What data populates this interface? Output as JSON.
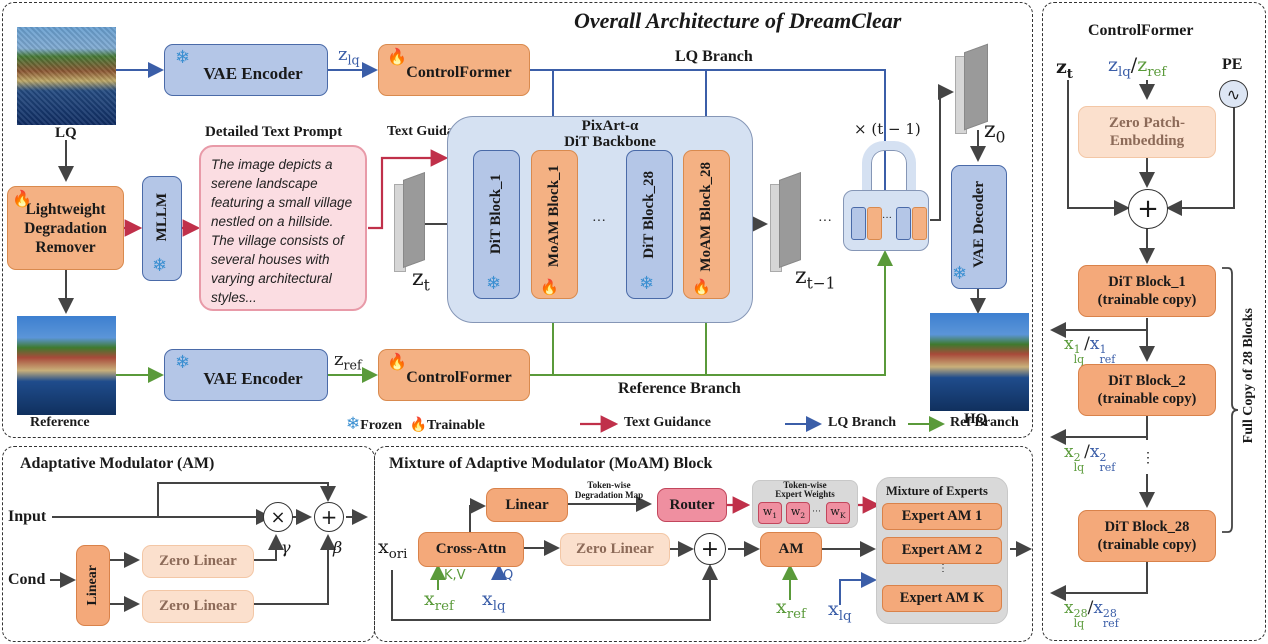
{
  "overall": {
    "title": "Overall Architecture of DreamClear",
    "lq_label": "LQ",
    "reference_label": "Reference",
    "hq_label": "HQ",
    "vae_encoder_top": "VAE Encoder",
    "vae_encoder_bottom": "VAE Encoder",
    "controlformer_top": "ControlFormer",
    "controlformer_bottom": "ControlFormer",
    "z_lq": "z",
    "z_lq_sub": "lq",
    "z_ref": "z",
    "z_ref_sub": "ref",
    "lq_branch_label": "LQ Branch",
    "reference_branch_label": "Reference Branch",
    "degradation_remover": [
      "Lightweight",
      "Degradation",
      "Remover"
    ],
    "mllm": "MLLM",
    "prompt_title": "Detailed Text Prompt",
    "prompt_text": "The image depicts a serene landscape featuring a small village nestled on a hillside. The village consists of several houses with varying architectural styles...",
    "text_guidance_label": "Text Guidance",
    "backbone_title_1": "PixArt-α",
    "backbone_title_2": "DiT Backbone",
    "dit_block_1": "DiT Block_1",
    "moam_block_1": "MoAM Block_1",
    "dit_block_28": "DiT Block_28",
    "moam_block_28": "MoAM Block_28",
    "ellipsis": "···",
    "z_t": "z",
    "z_t_sub": "t",
    "z_t1": "z",
    "z_t1_sub": "t−1",
    "z_0": "z",
    "z_0_sub": "0",
    "loop_label": "× (t − 1)",
    "vae_decoder": "VAE Decoder",
    "legend": {
      "frozen": "Frozen",
      "trainable": "Trainable",
      "text_guidance": "Text Guidance",
      "lq_branch": "LQ Branch",
      "ref_branch": "Ref Branch",
      "colors": {
        "text_guidance": "#c0304a",
        "lq_branch": "#3b5ea8",
        "ref_branch": "#5a9a3a"
      }
    },
    "icons": {
      "frozen": "snowflake-icon",
      "trainable": "flame-icon"
    }
  },
  "controlformer": {
    "title": "ControlFormer",
    "z_t": "z",
    "z_t_sub": "t",
    "z_lq": "z",
    "z_lq_sub": "lq",
    "slash": "/",
    "z_ref": "z",
    "z_ref_sub": "ref",
    "pe": "PE",
    "zero_patch": [
      "Zero Patch-",
      "Embedding"
    ],
    "blocks": [
      {
        "name": "DiT Block_1",
        "sub": "(trainable copy)"
      },
      {
        "name": "DiT Block_2",
        "sub": "(trainable copy)"
      },
      {
        "name": "DiT Block_28",
        "sub": "(trainable copy)"
      }
    ],
    "outputs": [
      {
        "a": "x",
        "a_sub": "lq",
        "a_sup": "1",
        "b": "x",
        "b_sub": "ref",
        "b_sup": "1"
      },
      {
        "a": "x",
        "a_sub": "lq",
        "a_sup": "2",
        "b": "x",
        "b_sub": "ref",
        "b_sup": "2"
      },
      {
        "a": "x",
        "a_sub": "lq",
        "a_sup": "28",
        "b": "x",
        "b_sub": "ref",
        "b_sup": "28"
      }
    ],
    "brace_label": "Full Copy of 28 Blocks",
    "vdots": "⋮"
  },
  "am": {
    "title": "Adaptative Modulator (AM)",
    "input": "Input",
    "cond": "Cond",
    "linear": "Linear",
    "zero_linear_1": "Zero Linear",
    "zero_linear_2": "Zero Linear",
    "gamma": "γ",
    "beta": "β",
    "times": "×",
    "plus": "+"
  },
  "moam": {
    "title": "Mixture of Adaptive Modulator (MoAM) Block",
    "x_ori": "x",
    "x_ori_sub": "ori",
    "cross_attn": "Cross-Attn",
    "linear": "Linear",
    "degradation_map": [
      "Token-wise",
      "Degradation Map"
    ],
    "router": "Router",
    "expert_weights_title": [
      "Token-wise",
      "Expert Weights"
    ],
    "weights": [
      {
        "w": "w",
        "sub": "1"
      },
      {
        "w": "w",
        "sub": "2"
      },
      {
        "w": "w",
        "sub": "K"
      }
    ],
    "zero_linear": "Zero Linear",
    "am": "AM",
    "kv": "K,V",
    "q": "Q",
    "x_ref": "x",
    "x_ref_sub": "ref",
    "x_lq": "x",
    "x_lq_sub": "lq",
    "moe_title": "Mixture of Experts",
    "experts": [
      "Expert AM 1",
      "Expert AM 2",
      "Expert AM K"
    ],
    "plus": "+"
  }
}
